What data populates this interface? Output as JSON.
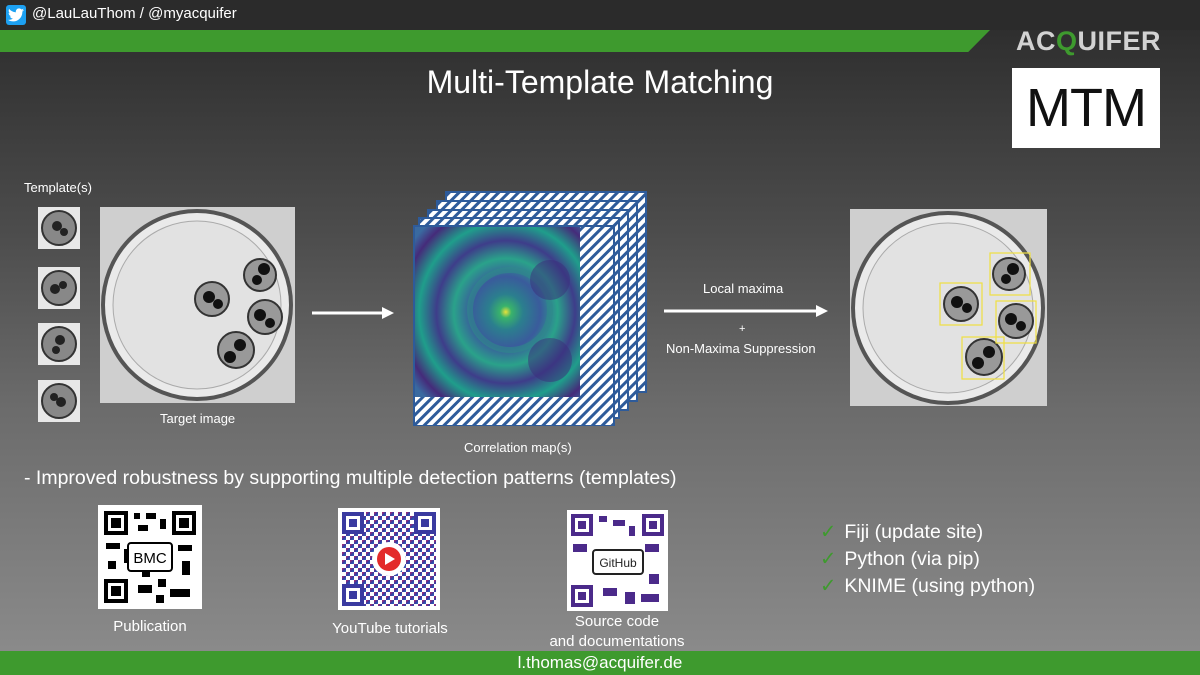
{
  "header": {
    "handles": "@LauLauThom / @myacquifer",
    "brand_pre": "AC",
    "brand_q": "Q",
    "brand_post": "UIFER",
    "title": "Multi-Template Matching",
    "logo_text": "MTM"
  },
  "diagram": {
    "templates_label": "Template(s)",
    "target_label": "Target image",
    "corr_label": "Correlation map(s)",
    "local_maxima": "Local maxima",
    "plus": "+",
    "nms": "Non-Maxima Suppression"
  },
  "bullet": "- Improved robustness by supporting multiple detection patterns (templates)",
  "qrcodes": [
    {
      "caption": "Publication",
      "badge": "BMC"
    },
    {
      "caption": "YouTube tutorials",
      "badge": ""
    },
    {
      "caption_line1": "Source code",
      "caption_line2": "and documentations",
      "badge": "GitHub"
    }
  ],
  "checklist": [
    "Fiji (update site)",
    "Python (via pip)",
    "KNIME (using python)"
  ],
  "footer": "l.thomas@acquifer.de",
  "colors": {
    "accent_green": "#3e9a2e",
    "twitter_blue": "#1da1f2",
    "box_yellow": "#f0e040"
  },
  "icons": {
    "twitter": "twitter-icon",
    "check": "check-icon"
  }
}
